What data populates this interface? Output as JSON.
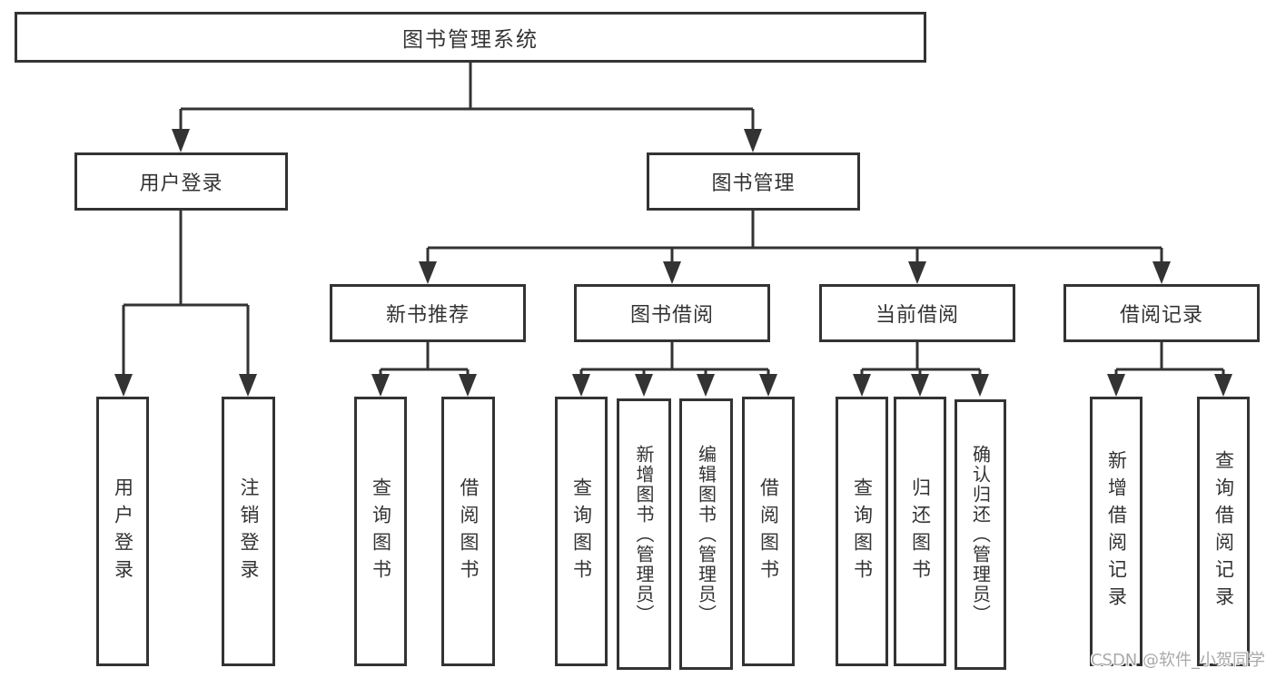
{
  "diagram": {
    "root": "图书管理系统",
    "branches": [
      {
        "label": "用户登录",
        "children": [
          {
            "label": "用户登录"
          },
          {
            "label": "注销登录"
          }
        ]
      },
      {
        "label": "图书管理",
        "children": [
          {
            "label": "新书推荐",
            "children": [
              {
                "label": "查询图书"
              },
              {
                "label": "借阅图书"
              }
            ]
          },
          {
            "label": "图书借阅",
            "children": [
              {
                "label": "查询图书"
              },
              {
                "label": "新增图书（管理员）"
              },
              {
                "label": "编辑图书（管理员）"
              },
              {
                "label": "借阅图书"
              }
            ]
          },
          {
            "label": "当前借阅",
            "children": [
              {
                "label": "查询图书"
              },
              {
                "label": "归还图书"
              },
              {
                "label": "确认归还（管理员）"
              }
            ]
          },
          {
            "label": "借阅记录",
            "children": [
              {
                "label": "新增借阅记录"
              },
              {
                "label": "查询借阅记录"
              }
            ]
          }
        ]
      }
    ]
  },
  "colors": {
    "line": "#333333",
    "box_border": "#333333",
    "text": "#333333",
    "watermark": "#a9a9a9"
  },
  "watermark": {
    "text": "CSDN @软件_小贺同学"
  }
}
